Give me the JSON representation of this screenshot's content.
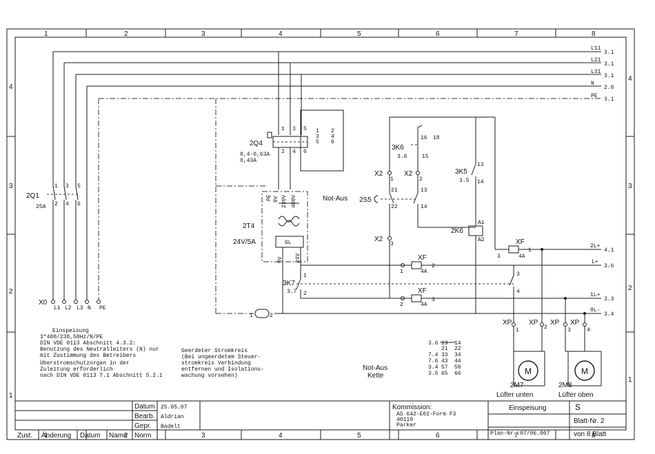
{
  "grid": {
    "columns": [
      "1",
      "2",
      "3",
      "4",
      "5",
      "6",
      "7",
      "8"
    ],
    "rows": [
      "4",
      "3",
      "2",
      "1"
    ]
  },
  "buses": [
    {
      "label": "L11",
      "ref": "3.1"
    },
    {
      "label": "L21",
      "ref": "3.1"
    },
    {
      "label": "L31",
      "ref": "3.1"
    },
    {
      "label": "N",
      "ref": "2.8"
    },
    {
      "label": "PE",
      "ref": "3.1"
    }
  ],
  "outputs": [
    {
      "label": "2L+",
      "ref": "4.1"
    },
    {
      "label": "L+",
      "ref": "3.6"
    },
    {
      "label": "1L+",
      "ref": "3.3"
    },
    {
      "label": "0L-",
      "ref": "3.4"
    }
  ],
  "components": {
    "q1": {
      "name": "2Q1",
      "rating": "25A",
      "pins": [
        "1",
        "3",
        "5",
        "2",
        "4",
        "6"
      ]
    },
    "q4": {
      "name": "2Q4",
      "range": "0,4-0,63A",
      "setting": "0,43A",
      "pins_top": [
        "1",
        "3",
        "5"
      ],
      "pins_bottom": [
        "2",
        "4",
        "6"
      ],
      "aux": [
        "1",
        "2",
        "3",
        "4",
        "5",
        "6"
      ]
    },
    "t4": {
      "name": "2T4",
      "rating": "24V/5A",
      "pe": "PE",
      "prim": [
        "0V",
        "230V",
        "400V"
      ],
      "sec": [
        "0V",
        "24V"
      ],
      "gl": "GL"
    },
    "k7": {
      "name": "3K7",
      "ref": "3.7",
      "pins": [
        "1",
        "2",
        "3",
        "4"
      ]
    },
    "k6a": {
      "name": "3K6",
      "ref": "3.6",
      "pins": [
        "16",
        "18",
        "15"
      ]
    },
    "k5": {
      "name": "3K5",
      "ref": "3.5",
      "pins": [
        "13",
        "14"
      ]
    },
    "k6coil": {
      "name": "2K6",
      "pins": [
        "A1",
        "A2"
      ]
    },
    "s5": {
      "name": "2S5",
      "label": "Not-Aus",
      "pins": [
        "21",
        "22",
        "13",
        "14"
      ]
    },
    "x2": {
      "name": "X2",
      "pins": [
        "1",
        "2",
        "3"
      ]
    },
    "x0": {
      "name": "X0",
      "pins": [
        "L1",
        "L2",
        "L3",
        "N",
        "PE"
      ]
    },
    "fuses": [
      {
        "name": "XF",
        "pins": [
          "1",
          "2"
        ],
        "rating": "4A"
      },
      {
        "name": "XF",
        "pins": [
          "2",
          "3"
        ],
        "rating": "4A"
      },
      {
        "name": "XF",
        "pins": [
          "3",
          "1"
        ],
        "rating": "4A"
      }
    ],
    "xp": {
      "name": "XP",
      "pins": [
        "1",
        "2",
        "3",
        "4"
      ]
    },
    "fans": [
      {
        "name": "2M7",
        "label": "Lüfter unten",
        "symbol": "M"
      },
      {
        "name": "2M8",
        "label": "Lüfter oben",
        "symbol": "M"
      }
    ],
    "pe_link": {
      "pins": [
        "1",
        "2"
      ]
    }
  },
  "notes": {
    "supply": [
      "Einspeisung",
      "3*400/230,50Hz/N/PE",
      "DIN VDE 0113 Abschnitt 4.3.2:",
      "Benutzung des Neutralleiters (N) nur",
      "mit Zustimmung des Betreibers",
      "Überstromschutzorgan in der",
      "Zuleitung erforderlich",
      "nach DIN VDE 0113 T.1 Abschnitt 5.2.1"
    ],
    "earth": [
      "Geerdeter Stromkreis",
      "(Bei ungeerdetem Steuer-",
      "stromkreis Verbindung",
      "entfernen und Isolations-",
      "wachung vorsehen)"
    ],
    "notaus_chain": [
      "Not-Aus",
      "Kette"
    ],
    "contact_table": [
      {
        "ref": "3.6",
        "a": "13",
        "b": "14"
      },
      {
        "ref": "",
        "a": "21",
        "b": "22"
      },
      {
        "ref": "7.4",
        "a": "33",
        "b": "34"
      },
      {
        "ref": "7.6",
        "a": "43",
        "b": "44"
      },
      {
        "ref": "3.4",
        "a": "57",
        "b": "58"
      },
      {
        "ref": "3.5",
        "a": "65",
        "b": "66"
      }
    ]
  },
  "title_block": {
    "datum_label": "Datum",
    "datum": "25.05.07",
    "bearb_label": "Bearb.",
    "bearb": "Aldrian",
    "gepr_label": "Gepr.",
    "gepr": "Badelt",
    "norm_label": "Norm",
    "rev_headers": [
      "Zust.",
      "Änderung",
      "Datum",
      "Name"
    ],
    "kommission_label": "Kommission:",
    "kommission": [
      "AS 642-E02-Form F3",
      "40110",
      "Parker"
    ],
    "title": "Einspeisung",
    "plan": "Plan-Nr.:07/06.007",
    "sheet_code": "S",
    "blatt": "Blatt-Nr. 2",
    "von": "von 8  Blatt"
  }
}
